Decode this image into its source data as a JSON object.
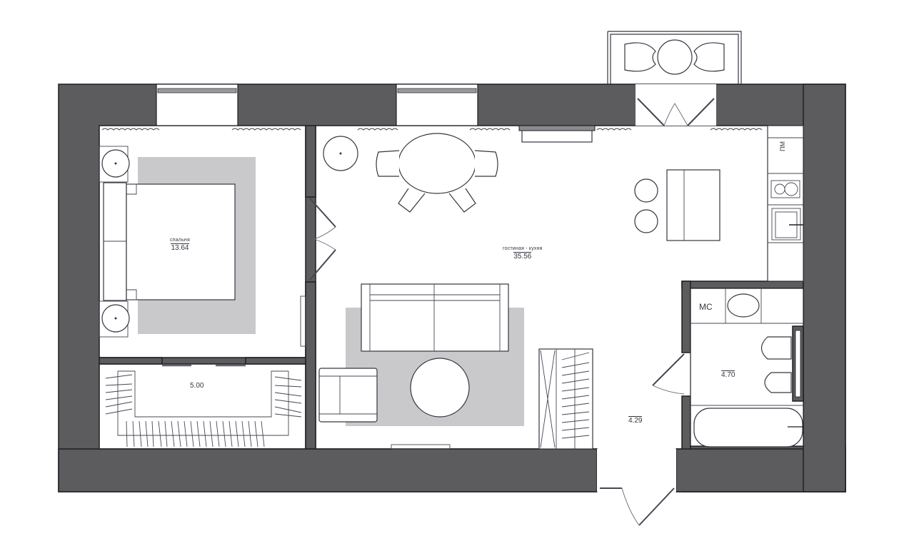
{
  "plan": {
    "type": "apartment floor plan",
    "colors": {
      "wall": "#5c5c5e",
      "wall_outline": "#1e1e22",
      "rug": "#c9c9cb",
      "line": "#3a3440",
      "background": "#ffffff"
    },
    "rooms": [
      {
        "id": "bedroom",
        "name": "спальня",
        "area": "13.64"
      },
      {
        "id": "living_kitchen",
        "name": "гостиная - кухня",
        "area": "35.56"
      },
      {
        "id": "walk_in_closet",
        "name": "",
        "area": "5.00"
      },
      {
        "id": "hallway",
        "name": "",
        "area": "4.29"
      },
      {
        "id": "bathroom",
        "name": "",
        "area": "4.70"
      }
    ],
    "fixture_labels": {
      "dishwasher": "ПМ",
      "laundry": "МС"
    }
  }
}
